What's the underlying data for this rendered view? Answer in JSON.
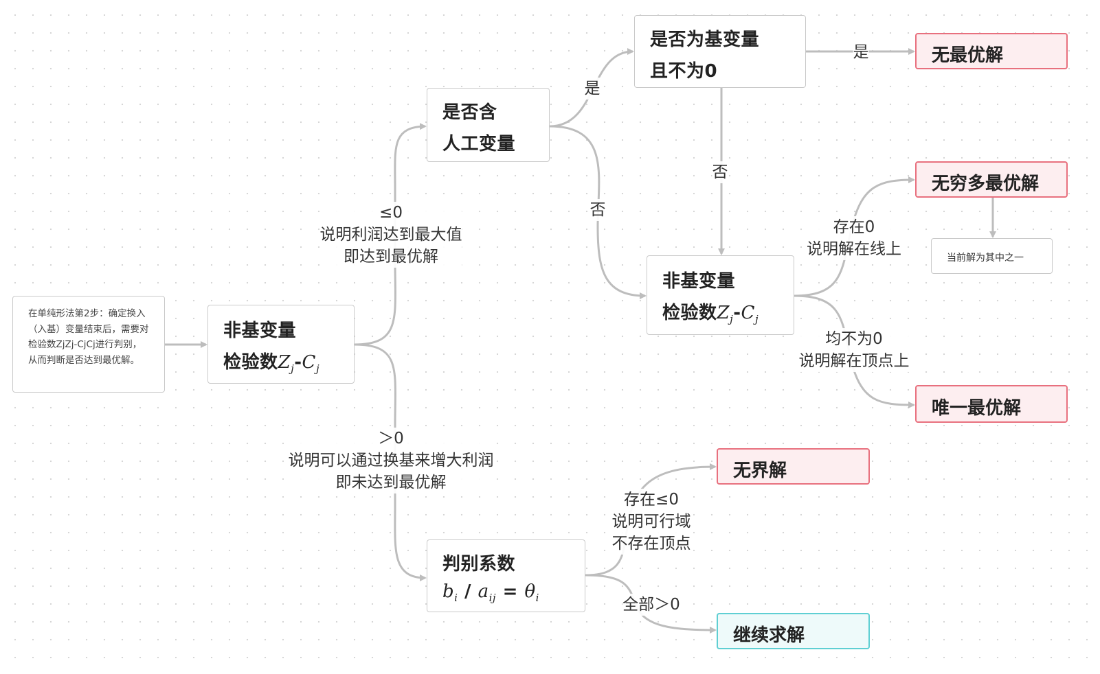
{
  "colors": {
    "edge": "#bdbdbd",
    "node_border": "#c9c9c9",
    "result_pink_fill": "#fdeef0",
    "result_pink_border": "#e8707e",
    "result_teal_fill": "#eefafa",
    "result_teal_border": "#5fcfd3"
  },
  "nodes": {
    "intro": {
      "text": "在单纯形法第2步：确定换入（入基）变量结束后，需要对检验数ZjZj-CjCj进行判别，从而判断是否达到最优解。"
    },
    "check_root": {
      "line1": "非基变量",
      "line2": "检验数",
      "var_z": "Z",
      "sub_z": "j",
      "dash": "-",
      "var_c": "C",
      "sub_c": "j"
    },
    "artificial": {
      "line1": "是否含",
      "line2": "人工变量"
    },
    "basic_nonzero": {
      "line1": "是否为基变量",
      "line2a": "且不为",
      "line2b": "0"
    },
    "check_second": {
      "line1": "非基变量",
      "line2": "检验数",
      "var_z": "Z",
      "sub_z": "j",
      "dash": "-",
      "var_c": "C",
      "sub_c": "j"
    },
    "ratio": {
      "line1": "判别系数",
      "var_b": "b",
      "sub_b": "i",
      "slash": "/",
      "var_a": "a",
      "sub_a": "ij",
      "eq": "=",
      "var_theta": "θ",
      "sub_theta": "i"
    },
    "no_optimal": {
      "text": "无最优解"
    },
    "infinite_optimal": {
      "text": "无穷多最优解"
    },
    "current_one": {
      "text": "当前解为其中之一"
    },
    "unique_optimal": {
      "text": "唯一最优解"
    },
    "unbounded": {
      "text": "无界解"
    },
    "continue": {
      "text": "继续求解"
    }
  },
  "edge_labels": {
    "le_zero": [
      "≤0",
      "说明利润达到最大值",
      "即达到最优解"
    ],
    "gt_zero": [
      "＞0",
      "说明可以通过换基来增大利润",
      "即未达到最优解"
    ],
    "art_yes": [
      "是"
    ],
    "art_no": [
      "否"
    ],
    "basic_yes": [
      "是"
    ],
    "basic_no": [
      "否"
    ],
    "exists_zero": [
      "存在0",
      "说明解在线上"
    ],
    "none_zero": [
      "均不为0",
      "说明解在顶点上"
    ],
    "exists_le_zero": [
      "存在≤0",
      "说明可行域",
      "不存在顶点"
    ],
    "all_gt_zero": [
      "全部＞0"
    ]
  }
}
